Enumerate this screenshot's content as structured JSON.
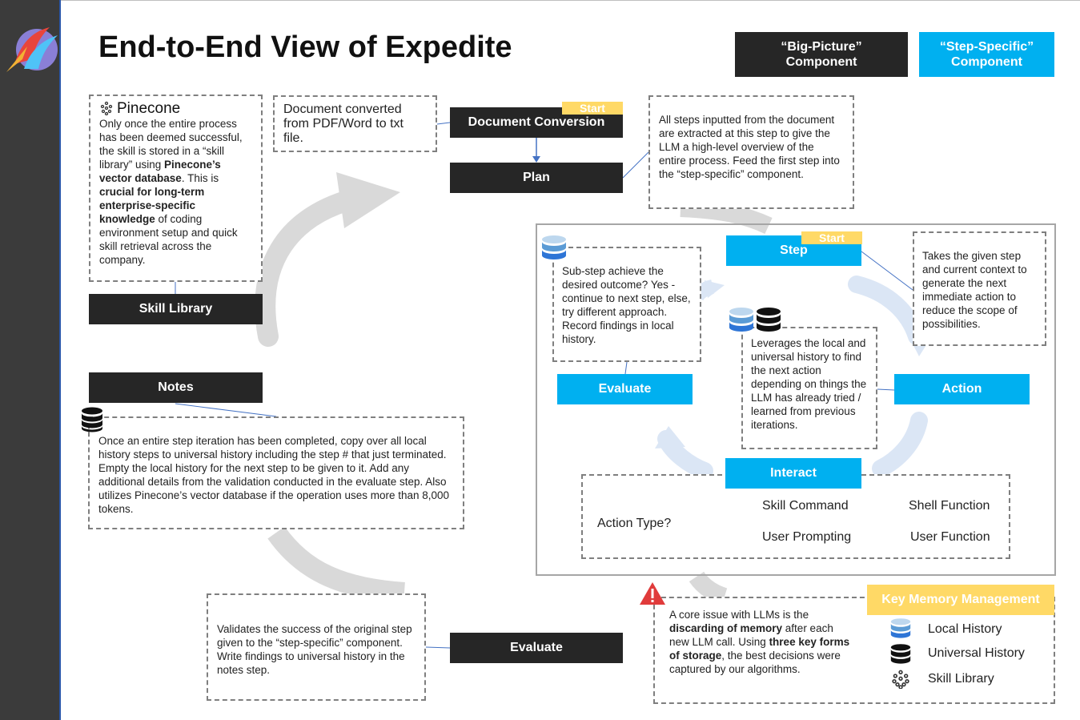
{
  "title": "End-to-End View of Expedite",
  "legend": {
    "big_picture": "“Big-Picture”\nComponent",
    "step_specific": "“Step-Specific”\nComponent"
  },
  "colors": {
    "dark": "#262626",
    "blue": "#00b0f0",
    "yellow": "#ffd966",
    "arc": "#d9d9d9",
    "arc_light": "#dbe6f5"
  },
  "big_picture": {
    "document_conversion": "Document Conversion",
    "start_tag": "Start",
    "plan": "Plan",
    "skill_library": "Skill Library",
    "notes": "Notes",
    "evaluate": "Evaluate"
  },
  "notes_text": {
    "doc_conv": "Document converted from PDF/Word to txt file.",
    "plan": "All steps inputted from the document are extracted at this step to give the LLM a high-level overview of the entire process. Feed the first step into the “step-specific” component.",
    "pinecone_brand": "Pinecone",
    "pinecone_parts": [
      {
        "t": "Only once the entire process has been deemed successful, the skill is stored in a “skill library” using ",
        "b": false
      },
      {
        "t": "Pinecone’s vector database",
        "b": true
      },
      {
        "t": ". This is ",
        "b": false
      },
      {
        "t": "crucial for long-term enterprise-specific knowledge",
        "b": true
      },
      {
        "t": " of coding environment setup and quick skill retrieval across the company.",
        "b": false
      }
    ],
    "notes": "Once an entire step iteration has been completed, copy over all local history steps to universal history including the step # that just terminated. Empty the local history for the next step to be given to it. Add any additional details from the validation conducted in the evaluate step. Also utilizes Pinecone’s vector database if the operation uses more than 8,000 tokens.",
    "evaluate": "Validates the success of the original step given to the “step-specific” component. Write findings to universal history in the notes step.",
    "memory_parts": [
      {
        "t": "A core issue with LLMs is the ",
        "b": false
      },
      {
        "t": "discarding of memory",
        "b": true
      },
      {
        "t": " after each new LLM call. Using ",
        "b": false
      },
      {
        "t": "three key forms of storage",
        "b": true
      },
      {
        "t": ", the best decisions were captured by our algorithms.",
        "b": false
      }
    ]
  },
  "step_specific": {
    "step": "Step",
    "start_tag": "Start",
    "action": "Action",
    "evaluate": "Evaluate",
    "interact": "Interact",
    "step_note": "Takes the given step and current context to generate the next immediate action to reduce the scope of possibilities.",
    "evaluate_note": "Sub-step achieve the desired outcome? Yes - continue to next step, else, try different approach. Record findings in local history.",
    "action_note": "Leverages the local and universal history to find the next action depending on things the LLM has already tried / learned from previous iterations.",
    "action_type": "Action Type?",
    "skill_command": "Skill Command",
    "shell_function": "Shell Function",
    "user_prompting": "User Prompting",
    "user_function": "User Function"
  },
  "memory": {
    "heading": "Key Memory Management",
    "local": "Local History",
    "universal": "Universal History",
    "skill": "Skill Library"
  },
  "icons": [
    "logo-icon",
    "pinecone-icon",
    "local-history-icon",
    "universal-history-icon",
    "skill-library-icon",
    "warning-icon"
  ]
}
